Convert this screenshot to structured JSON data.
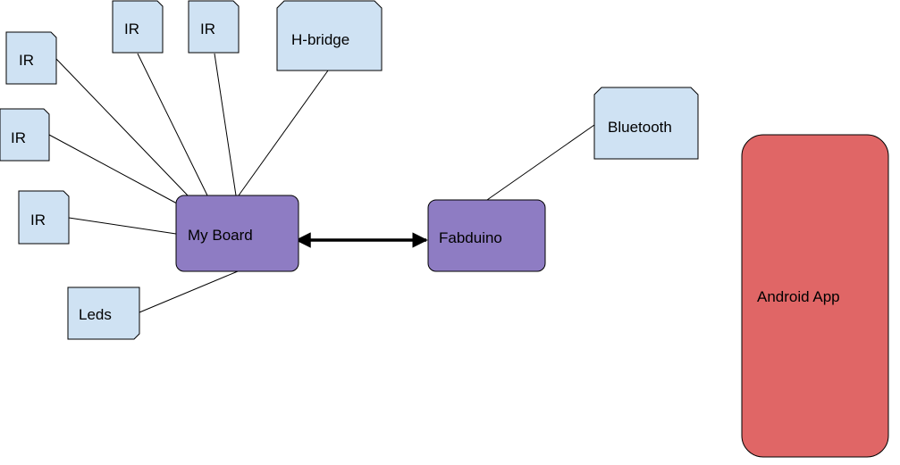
{
  "colors": {
    "component_fill": "#cfe2f3",
    "board_fill": "#8e7cc3",
    "app_fill": "#e06666",
    "stroke": "#000000"
  },
  "nodes": {
    "ir_1": "IR",
    "ir_2": "IR",
    "ir_3": "IR",
    "ir_4": "IR",
    "ir_5": "IR",
    "hbridge": "H-bridge",
    "leds": "Leds",
    "my_board": "My Board",
    "fabduino": "Fabduino",
    "bluetooth": "Bluetooth",
    "android_app": "Android App"
  }
}
